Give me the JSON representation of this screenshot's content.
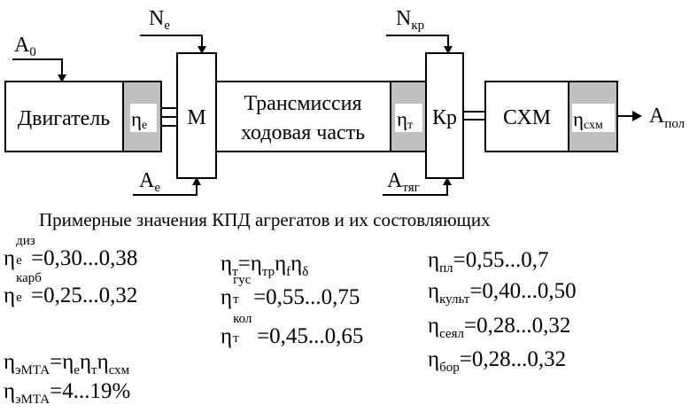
{
  "diagram": {
    "blocks": {
      "engine": "Двигатель",
      "motor": "М",
      "transmission_line1": "Трансмиссия",
      "transmission_line2": "ходовая часть",
      "kr": "Кр",
      "machine": "СХМ"
    },
    "eff_symbol": "η",
    "eff_engine_sub": "е",
    "eff_trans_sub": "т",
    "eff_machine_sub": "схм",
    "input_A0": "A",
    "input_A0_sub": "0",
    "power_Ne": "N",
    "power_Ne_sub": "е",
    "power_Nkr": "N",
    "power_Nkr_sub": "кр",
    "flow_Ae": "A",
    "flow_Ae_sub": "е",
    "flow_Atyag": "A",
    "flow_Atyag_sub": "тяг",
    "output_A": "A",
    "output_A_sub": "пол",
    "colors": {
      "eff_box": "#c0c0c0",
      "line": "#000000"
    }
  },
  "caption": "Примерные значения КПД агрегатов и их состовляющих",
  "formulas": {
    "diz": {
      "sym": "η",
      "sub": "е",
      "sup": "диз",
      "rest": "=0,30...0,38"
    },
    "karb": {
      "sym": "η",
      "sub": "е",
      "sup": "карб",
      "rest": "=0,25...0,32"
    },
    "emta_def": {
      "sym": "η",
      "sub": "эМТА",
      "rest": "=η",
      "s1": "е",
      "m1": "η",
      "s2": "т",
      "m2": "η",
      "s3": "схм"
    },
    "emta_val": {
      "sym": "η",
      "sub": "эМТА",
      "rest": "=4...19%"
    },
    "t_def": {
      "sym": "η",
      "sub": "т",
      "rest": "=η",
      "s1": "тр",
      "m1": "η",
      "s2": "f",
      "m2": "η",
      "s3": "δ"
    },
    "gus": {
      "sym": "η",
      "sub": "т",
      "sup": "гус",
      "rest": "=0,55...0,75"
    },
    "kol": {
      "sym": "η",
      "sub": "т",
      "sup": "кол",
      "rest": "=0,45...0,65"
    },
    "pl": {
      "sym": "η",
      "sub": "пл",
      "rest": "=0,55...0,7"
    },
    "kult": {
      "sym": "η",
      "sub": "культ",
      "rest": "=0,40...0,50"
    },
    "seyal": {
      "sym": "η",
      "sub": "сеял",
      "rest": "=0,28...0,32"
    },
    "bor": {
      "sym": "η",
      "sub": "бор",
      "rest": "=0,28...0,32"
    }
  }
}
